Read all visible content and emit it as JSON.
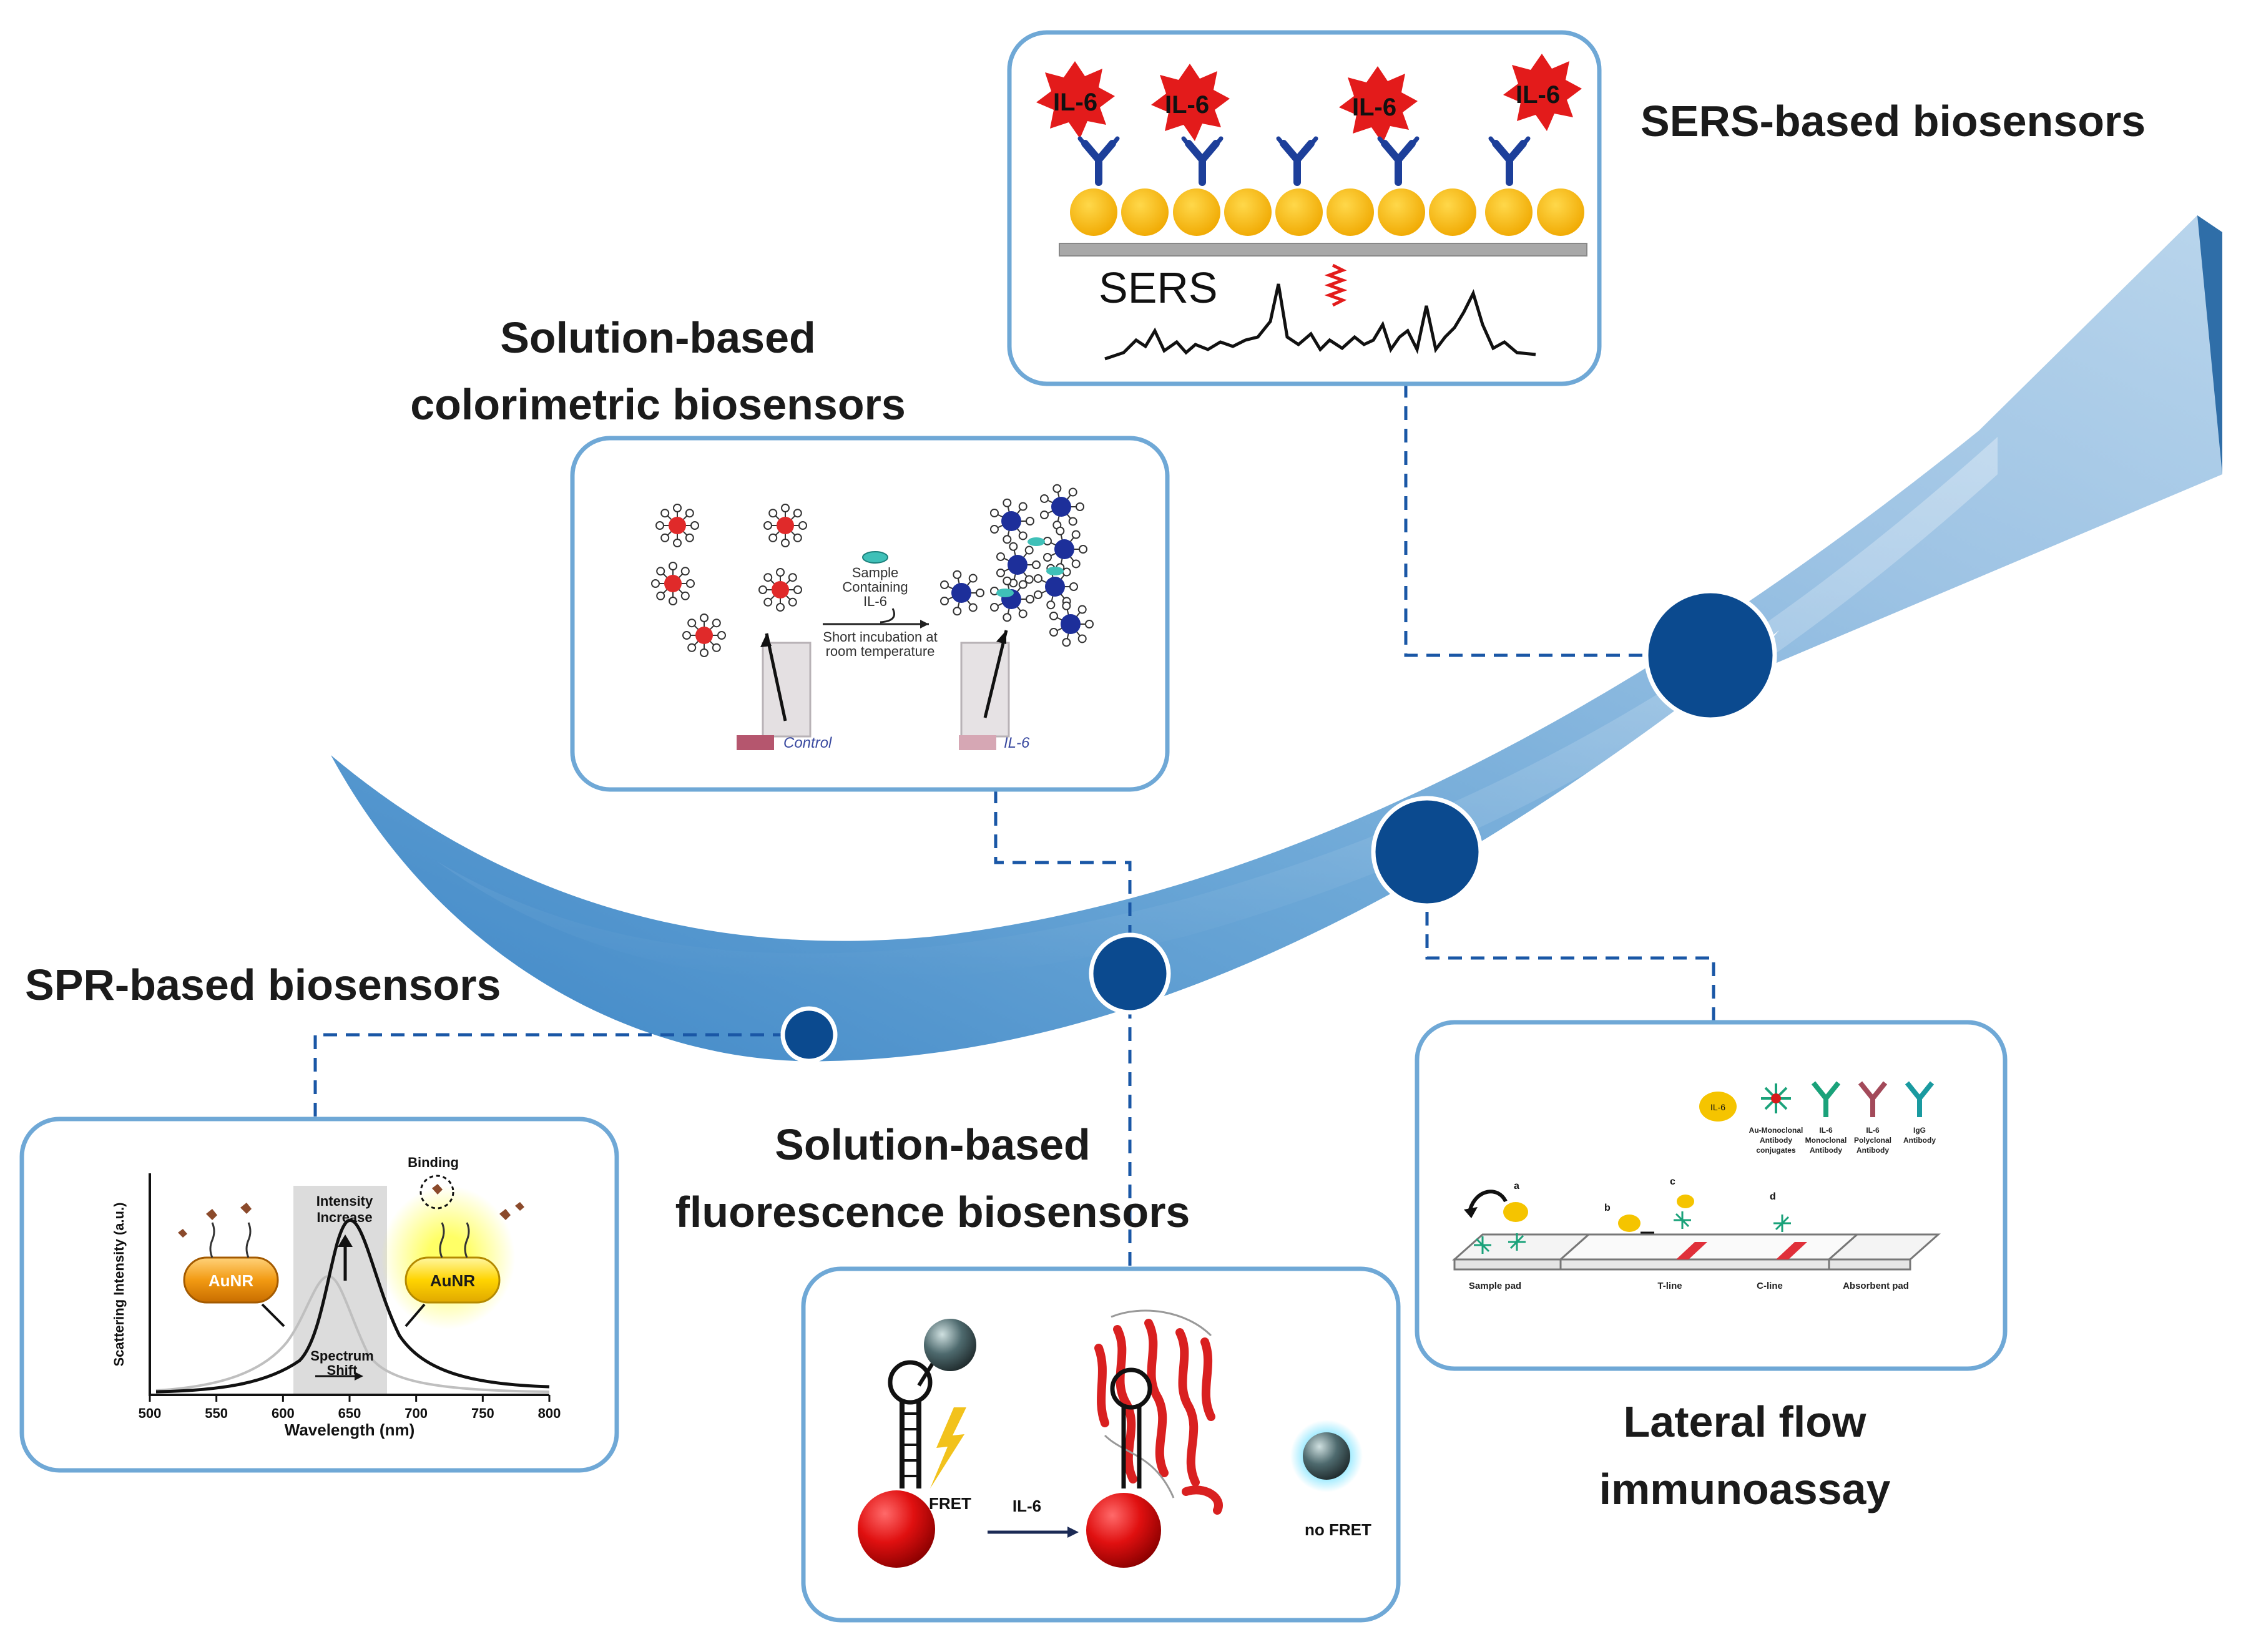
{
  "headings": {
    "sers": "SERS-based biosensors",
    "colorimetric_line1": "Solution-based",
    "colorimetric_line2": "colorimetric biosensors",
    "spr": "SPR-based biosensors",
    "fluorescence_line1": "Solution-based",
    "fluorescence_line2": "fluorescence biosensors",
    "lateral_line1": "Lateral flow",
    "lateral_line2": "immunoassay"
  },
  "sers_panel": {
    "il6_label": "IL-6",
    "spectrum_label": "SERS"
  },
  "colorimetric_panel": {
    "sample_line1": "Sample",
    "sample_line2": "Containing",
    "sample_line3": "IL-6",
    "incubation_line1": "Short incubation at",
    "incubation_line2": "room temperature",
    "control_label": "Control",
    "il6_tube_label": "IL-6"
  },
  "spr_panel": {
    "ylabel": "Scattering Intensity (a.u.)",
    "xlabel": "Wavelength (nm)",
    "xticks": [
      "500",
      "550",
      "600",
      "650",
      "700",
      "750",
      "800"
    ],
    "intensity_line1": "Intensity",
    "intensity_line2": "Increase",
    "shift_line1": "Spectrum",
    "shift_line2": "Shift",
    "binding_label": "Binding",
    "aunr_label": "AuNR"
  },
  "fluorescence_panel": {
    "fret_label": "FRET",
    "il6_label": "IL-6",
    "nofret_label": "no FRET"
  },
  "lateral_panel": {
    "legend_il6": "IL-6",
    "legend_conjugate": [
      "Au-Monoclonal",
      "Antibody",
      "conjugates"
    ],
    "legend_mono": [
      "IL-6",
      "Monoclonal",
      "Antibody"
    ],
    "legend_poly": [
      "IL-6",
      "Polyclonal",
      "Antibody"
    ],
    "legend_igg": [
      "IgG",
      "Antibody"
    ],
    "step_a": "a",
    "step_b": "b",
    "step_c": "c",
    "step_d": "d",
    "sample_pad": "Sample pad",
    "t_line": "T-line",
    "c_line": "C-line",
    "absorbent_pad": "Absorbent pad"
  },
  "colors": {
    "panel_border": "#6fa8d6",
    "arrow_light": "#a9cbe6",
    "arrow_dark": "#3f7fb8",
    "node_fill": "#0b4a8f",
    "connector": "#1a57a6",
    "gold": "#f8b80f",
    "il6_red": "#e31b1b",
    "antibody_blue": "#1d3f9a"
  }
}
